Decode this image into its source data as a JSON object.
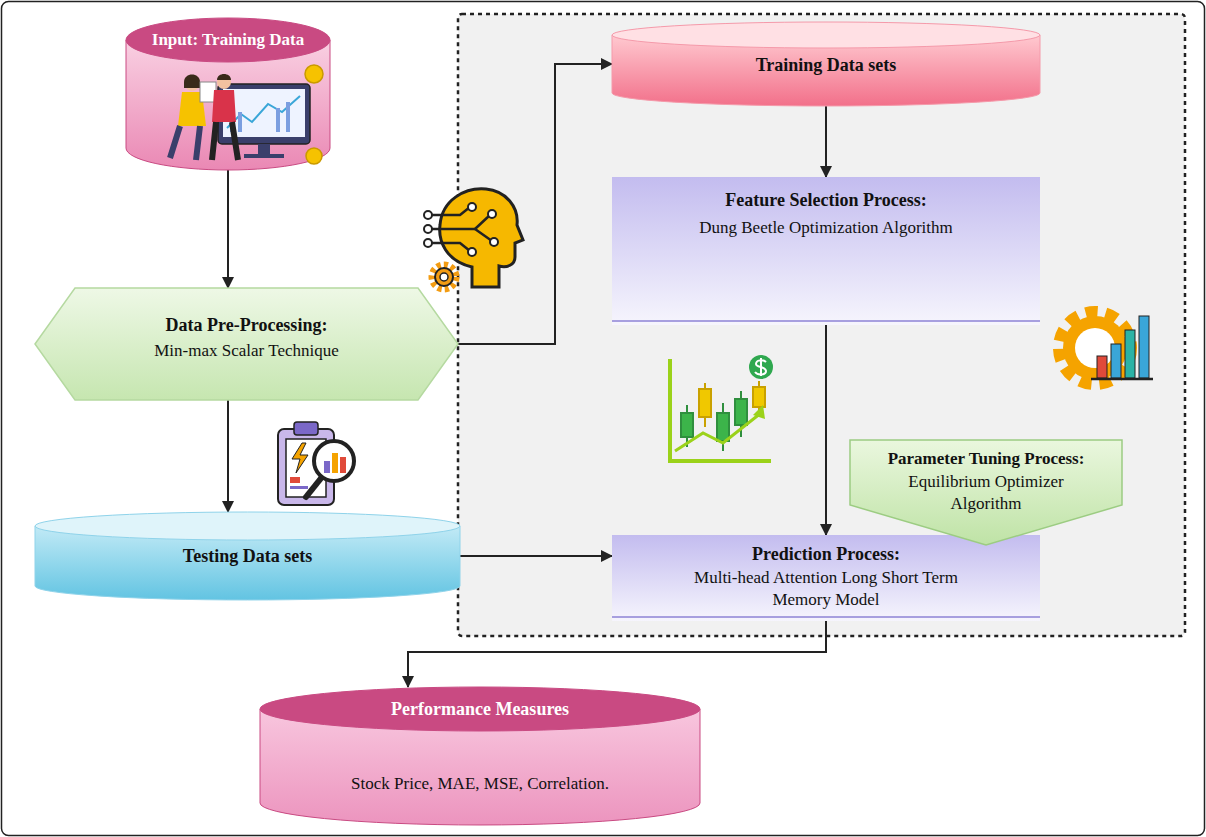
{
  "diagram": {
    "nodes": [
      {
        "text": [
          "Input: Training Data"
        ]
      },
      {
        "text": [
          "Data Pre-Processing:",
          "Min-max Scalar Technique"
        ]
      },
      {
        "text": [
          "Testing Data sets"
        ]
      },
      {
        "text": [
          "Training Data sets"
        ]
      },
      {
        "text": [
          "Feature Selection Process:",
          "Dung Beetle Optimization Algorithm"
        ]
      },
      {
        "text": [
          "Parameter Tuning Process:",
          "Equilibrium Optimizer Algorithm"
        ]
      },
      {
        "text": [
          "Prediction Process:",
          "Multi-head Attention Long Short Term Memory Model"
        ]
      },
      {
        "text": [
          "Performance Measures",
          "Stock Price, MAE, MSE, Correlation."
        ]
      }
    ],
    "edges": [
      {
        "from": 0,
        "to": 1,
        "arrow": "to"
      },
      {
        "from": 1,
        "to": 3,
        "arrow": "to"
      },
      {
        "from": 1,
        "to": 2,
        "arrow": "to"
      },
      {
        "from": 3,
        "to": 4,
        "arrow": "to"
      },
      {
        "from": 4,
        "to": 6,
        "arrow": "to"
      },
      {
        "from": 2,
        "to": 6,
        "arrow": "to"
      },
      {
        "from": 6,
        "to": 7,
        "arrow": "to"
      }
    ]
  }
}
